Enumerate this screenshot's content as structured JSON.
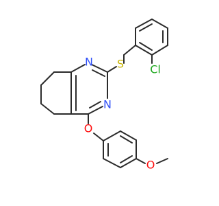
{
  "colors": {
    "bond": "#2b2b2b",
    "nitrogen": "#3050F8",
    "oxygen": "#FF0D0D",
    "sulfur": "#C8B400",
    "chlorine": "#1FA81F",
    "background": "#ffffff"
  },
  "atoms": {
    "n1": "N",
    "n2": "N",
    "s": "S",
    "cl": "Cl",
    "o_ether": "O",
    "o_methoxy": "O"
  }
}
